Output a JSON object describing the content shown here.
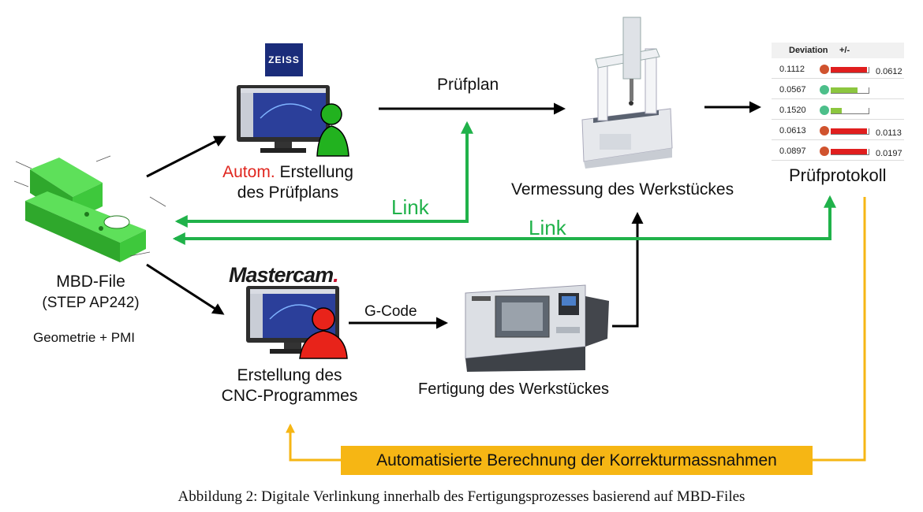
{
  "labels": {
    "autom_red": "Autom.",
    "autom_rest": " Erstellung",
    "autom_line2": "des Prüfplans",
    "pruefplan": "Prüfplan",
    "vermessung": "Vermessung des Werkstückes",
    "pruefprotokoll": "Prüfprotokoll",
    "link1": "Link",
    "link2": "Link",
    "mbd_line1": "MBD-File",
    "mbd_line2": "(STEP AP242)",
    "mbd_line3": "Geometrie + PMI",
    "gcode": "G-Code",
    "cnc_line1": "Erstellung des",
    "cnc_line2": "CNC-Programmes",
    "fertigung": "Fertigung des Werkstückes",
    "korrektur": "Automatisierte Berechnung der Korrekturmassnahmen"
  },
  "logos": {
    "zeiss": "ZEISS",
    "mastercam_main": "Mastercam",
    "mastercam_dot": "."
  },
  "deviation_table": {
    "header": "Deviation",
    "header_sign": "+/-",
    "rows": [
      {
        "value": "0.1112",
        "status": "red",
        "fill_fraction": 0.95,
        "right_value": "0.0612"
      },
      {
        "value": "0.0567",
        "status": "green",
        "fill_fraction": 0.7,
        "right_value": ""
      },
      {
        "value": "0.1520",
        "status": "green",
        "fill_fraction": 0.3,
        "right_value": ""
      },
      {
        "value": "0.0613",
        "status": "red",
        "fill_fraction": 0.95,
        "right_value": "0.0113"
      },
      {
        "value": "0.0897",
        "status": "red",
        "fill_fraction": 0.95,
        "right_value": "0.0197"
      }
    ]
  },
  "caption": "Abbildung 2: Digitale Verlinkung innerhalb des Fertigungsprozesses basierend auf MBD-Files",
  "colors": {
    "green_link": "#20b24a",
    "yellow_feedback": "#f6b614",
    "red_text": "#e0261f",
    "part_green": "#3ec83c",
    "dot_red": "#d0532e",
    "dot_green": "#4cbf8a",
    "bar_red": "#e01e1e",
    "bar_green": "#8cc63f"
  },
  "icons": {
    "part": "green-cad-part-icon",
    "zeiss_workstation": "monitor-with-user-icon",
    "mastercam_workstation": "monitor-with-user-icon",
    "cmm": "coordinate-measuring-machine-icon",
    "cnc": "cnc-lathe-icon"
  }
}
